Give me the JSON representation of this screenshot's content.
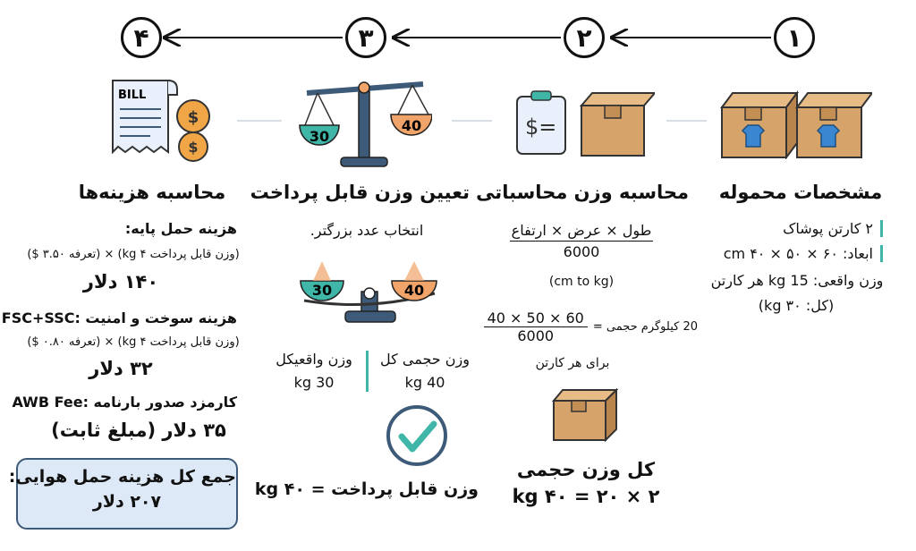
{
  "steps": [
    "١",
    "٢",
    "٣",
    "۴"
  ],
  "col1": {
    "title": "مشخصات محموله",
    "line1": "۲ کارتن پوشاک",
    "line2": "ابعاد: ۶۰ × ۵۰ × cm ۴۰",
    "line3": "وزن واقعی: kg 15 هر کارتن",
    "line4": "(کل: kg ۳۰)"
  },
  "col2": {
    "title": "محاسبه وزن محاسباتی",
    "formula_num": "طول × عرض × ارتفاع",
    "formula_den": "6000",
    "unit_note": "(cm to kg)",
    "calc_prefix": "20 کیلوگرم حجمی =",
    "calc_num": "60 × 50 × 40",
    "calc_den": "6000",
    "per_carton": "برای هر کارتن",
    "total_label": "کل وزن حجمی",
    "total_value": "۲ × ۲۰ = kg ۴۰"
  },
  "col3": {
    "title": "تعیین وزن قابل پرداخت",
    "subtitle": "انتخاب عدد بزرگتر.",
    "left_weight": "30",
    "right_weight": "40",
    "vol_label": "وزن حجمی کل",
    "vol_value": "40 kg",
    "actual_label": "وزن واقعیکل",
    "actual_value": "30 kg",
    "result": "وزن قابل پرداخت = kg ۴۰"
  },
  "col4": {
    "title": "محاسبه هزینه‌ها",
    "bill_label": "BILL",
    "base_title": "هزینه حمل پایه:",
    "base_formula": "(وزن قابل پرداخت kg ۴) × (تعرفه ۳.۵۰ $)",
    "base_value": "۱۴۰ دلار",
    "fuel_title": "هزینه سوخت و امنیت :FSC+SSC",
    "fuel_formula": "(وزن قابل پرداخت kg ۴) × (تعرفه ۰.۸۰ $)",
    "fuel_value": "۳۲ دلار",
    "awb_title": "کارمزد صدور بارنامه :AWB Fee",
    "awb_value": "۳۵ دلار (مبلغ ثابت)",
    "total_title": "جمع کل هزینه حمل هوایی:",
    "total_value": "۲۰۷ دلار"
  },
  "colors": {
    "teal": "#3fb6a8",
    "orange": "#f0a46a",
    "box_fill": "#d6a36a",
    "navy": "#3d5a78",
    "total_box": "#dde9f6"
  }
}
